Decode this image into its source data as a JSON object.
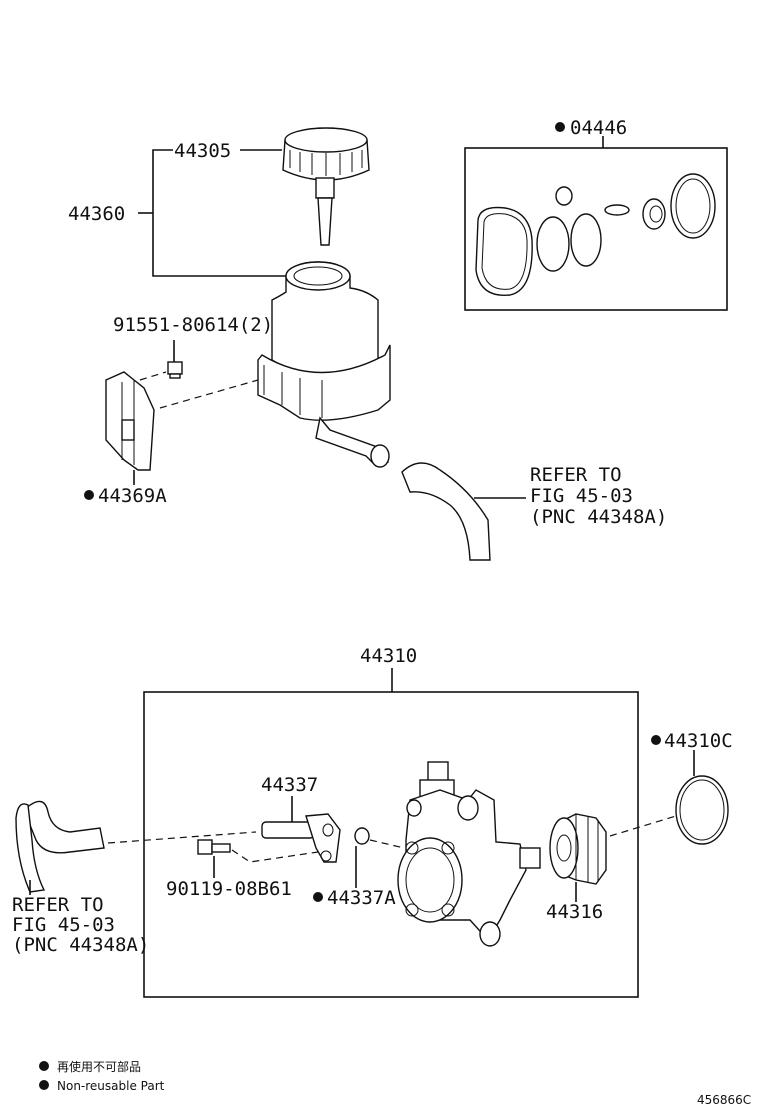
{
  "labels": {
    "p44305": "44305",
    "p44360": "44360",
    "p04446": "04446",
    "p91551": "91551-80614(2)",
    "p44369a": "44369A",
    "refer_top": [
      "REFER TO",
      "FIG 45-03",
      "(PNC 44348A)"
    ],
    "p44310": "44310",
    "p44310c": "44310C",
    "p44337": "44337",
    "p90119": "90119-08B61",
    "p44337a": "44337A",
    "p44316": "44316",
    "refer_bottom": [
      "REFER TO",
      "FIG 45-03",
      "(PNC 44348A)"
    ]
  },
  "legend": {
    "jp": "再使用不可部品",
    "en": "Non-reusable Part"
  },
  "figure_id": "456866C"
}
